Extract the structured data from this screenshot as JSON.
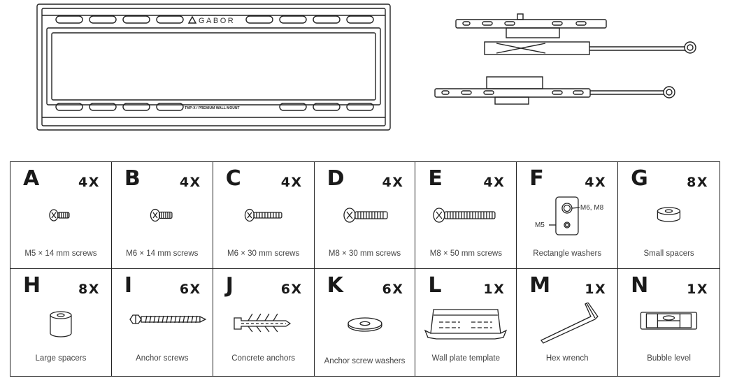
{
  "brand": "GABOR",
  "plate_text": "TMP-X / PREMIUM WALL MOUNT",
  "parts": [
    {
      "letter": "A",
      "qty": "4X",
      "label": "M5 × 14 mm screws",
      "icon": "short-screw-icon"
    },
    {
      "letter": "B",
      "qty": "4X",
      "label": "M6 × 14 mm screws",
      "icon": "short-screw-icon"
    },
    {
      "letter": "C",
      "qty": "4X",
      "label": "M6 × 30 mm screws",
      "icon": "medium-screw-icon"
    },
    {
      "letter": "D",
      "qty": "4X",
      "label": "M8 × 30 mm screws",
      "icon": "medium-screw-icon"
    },
    {
      "letter": "E",
      "qty": "4X",
      "label": "M8 × 50 mm screws",
      "icon": "long-screw-icon"
    },
    {
      "letter": "F",
      "qty": "4X",
      "label": "Rectangle washers",
      "icon": "rectangle-washer-icon",
      "callouts": {
        "large": "M6, M8",
        "small": "M5"
      }
    },
    {
      "letter": "G",
      "qty": "8X",
      "label": "Small spacers",
      "icon": "small-spacer-icon"
    },
    {
      "letter": "H",
      "qty": "8X",
      "label": "Large spacers",
      "icon": "large-spacer-icon"
    },
    {
      "letter": "I",
      "qty": "6X",
      "label": "Anchor screws",
      "icon": "anchor-screw-icon"
    },
    {
      "letter": "J",
      "qty": "6X",
      "label": "Concrete anchors",
      "icon": "concrete-anchor-icon"
    },
    {
      "letter": "K",
      "qty": "6X",
      "label": "Anchor screw washers",
      "icon": "flat-washer-icon"
    },
    {
      "letter": "L",
      "qty": "1X",
      "label": "Wall plate template",
      "icon": "template-icon"
    },
    {
      "letter": "M",
      "qty": "1X",
      "label": "Hex wrench",
      "icon": "hex-wrench-icon"
    },
    {
      "letter": "N",
      "qty": "1X",
      "label": "Bubble level",
      "icon": "bubble-level-icon"
    }
  ]
}
